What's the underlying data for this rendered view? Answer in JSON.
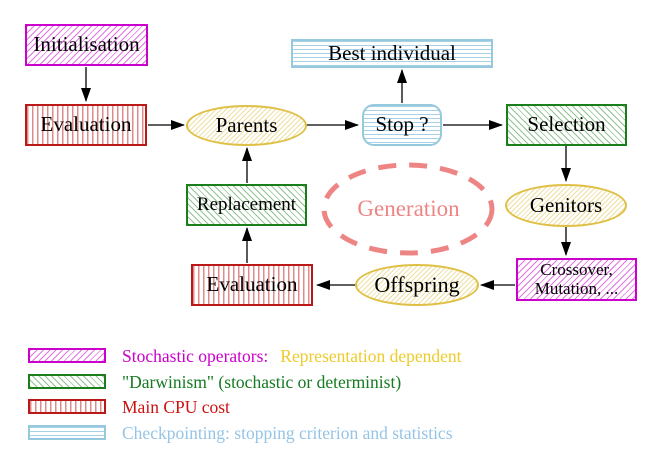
{
  "diagram": {
    "nodes": {
      "initialisation": "Initialisation",
      "evaluation_top": "Evaluation",
      "parents": "Parents",
      "best_individual": "Best individual",
      "stop": "Stop ?",
      "selection": "Selection",
      "replacement": "Replacement",
      "genitors": "Genitors",
      "crossover_line1": "Crossover,",
      "crossover_line2": "Mutation, ...",
      "offspring": "Offspring",
      "evaluation_bottom": "Evaluation",
      "generation": "Generation"
    },
    "legend": [
      {
        "label": "Stochastic operators:",
        "label2": "Representation dependent"
      },
      {
        "label": "\"Darwinism\" (stochastic or determinist)"
      },
      {
        "label": "Main CPU cost"
      },
      {
        "label": "Checkpointing: stopping criterion and statistics"
      }
    ],
    "colors": {
      "magenta": "#cc00cc",
      "red": "#bb1818",
      "green": "#1a7e1a",
      "cyan": "#96c8de",
      "yellow": "#dfc045",
      "salmon": "#ee8585",
      "gold_text": "#eecb2a",
      "cyan_text": "#96c4e6",
      "green_text": "#157a22",
      "red_text": "#cc1111",
      "node_text": "#000000"
    }
  }
}
